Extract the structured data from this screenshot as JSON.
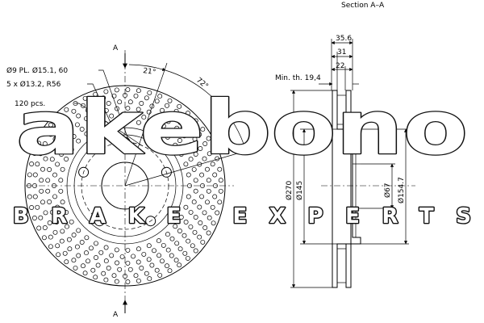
{
  "title": "Section A–A",
  "watermark": {
    "brand": "akebono",
    "tagline": "BRAKE EXPERTS"
  },
  "front_view": {
    "section_marker": "A",
    "angles": [
      "21°",
      "72°"
    ],
    "notes": [
      "Ø9 PL. Ø15.1, 60",
      "5 x Ø13.2, R56",
      "120 pcs."
    ]
  },
  "section_view": {
    "dims": {
      "d35_6": "35.6",
      "d31": "31",
      "d22": "22",
      "min_th": "Min. th. 19,4",
      "d270": "Ø270",
      "d145": "Ø145",
      "d67": "Ø67",
      "d154_7": "Ø154.7"
    }
  }
}
